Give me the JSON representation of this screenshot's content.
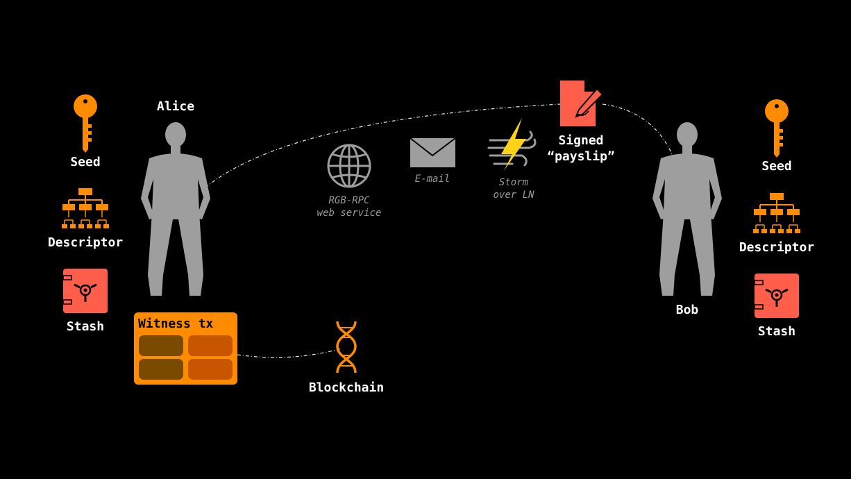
{
  "participants": {
    "alice": {
      "name": "Alice"
    },
    "bob": {
      "name": "Bob"
    }
  },
  "assets": {
    "seed": "Seed",
    "descriptor": "Descriptor",
    "stash": "Stash"
  },
  "witness": {
    "title": "Witness tx"
  },
  "blockchain": {
    "label": "Blockchain"
  },
  "channels": {
    "rgb_rpc": {
      "line1": "RGB-RPC",
      "line2": "web service"
    },
    "email": {
      "label": "E-mail"
    },
    "storm": {
      "line1": "Storm",
      "line2": "over LN"
    }
  },
  "payslip": {
    "line1": "Signed",
    "line2": "“payslip”"
  },
  "colors": {
    "orange": "#ff8c00",
    "salmon": "#ff5f4a",
    "silhouette": "#9e9e9e",
    "lightning": "#ffd21a",
    "cell_dark": "#7a4a00",
    "cell_light": "#c85600"
  },
  "icons": [
    "key-icon",
    "hierarchy-icon",
    "safe-icon",
    "globe-icon",
    "envelope-icon",
    "lightning-icon",
    "document-pen-icon",
    "dna-icon",
    "person-icon"
  ]
}
